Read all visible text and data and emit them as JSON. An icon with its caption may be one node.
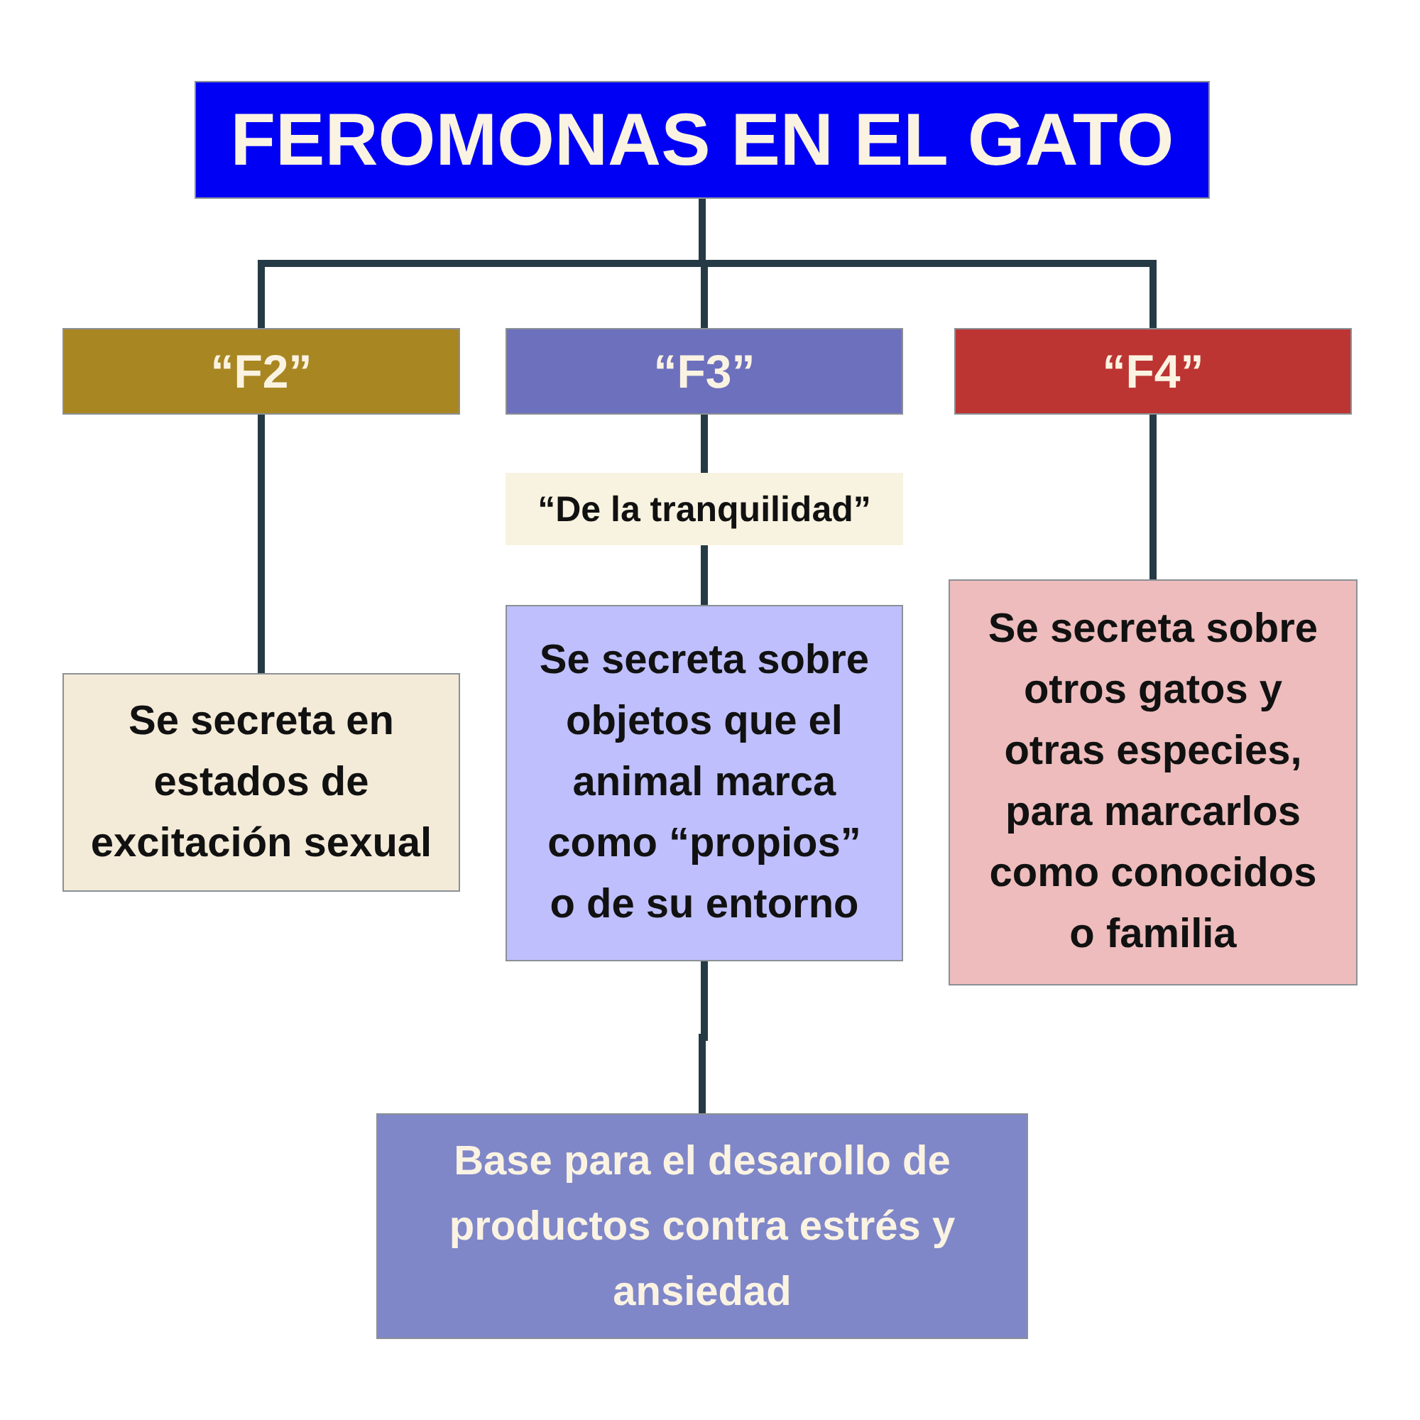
{
  "diagram": {
    "nodes": [
      {
        "text": [
          "FEROMONAS EN EL GATO"
        ]
      },
      {
        "text": [
          "“F2”"
        ]
      },
      {
        "text": [
          "“F3”"
        ]
      },
      {
        "text": [
          "“F4”"
        ]
      },
      {
        "text": [
          "“De la tranquilidad”"
        ]
      },
      {
        "text": [
          "Se secreta en estados de excitación sexual"
        ]
      },
      {
        "text": [
          "Se secreta sobre objetos que el animal marca como “propios” o de su entorno"
        ]
      },
      {
        "text": [
          "Se secreta sobre otros gatos y otras especies, para marcarlos como conocidos o familia"
        ]
      },
      {
        "text": [
          "Base para el desarollo de productos contra estrés y ansiedad"
        ]
      }
    ],
    "edges": [
      {
        "from": 0,
        "to": 1,
        "arrow": "none"
      },
      {
        "from": 0,
        "to": 2,
        "arrow": "none"
      },
      {
        "from": 0,
        "to": 3,
        "arrow": "none"
      },
      {
        "from": 1,
        "to": 5,
        "arrow": "none"
      },
      {
        "from": 2,
        "to": 4,
        "arrow": "none"
      },
      {
        "from": 4,
        "to": 6,
        "arrow": "none"
      },
      {
        "from": 3,
        "to": 7,
        "arrow": "none"
      },
      {
        "from": 6,
        "to": 8,
        "arrow": "none"
      }
    ]
  }
}
